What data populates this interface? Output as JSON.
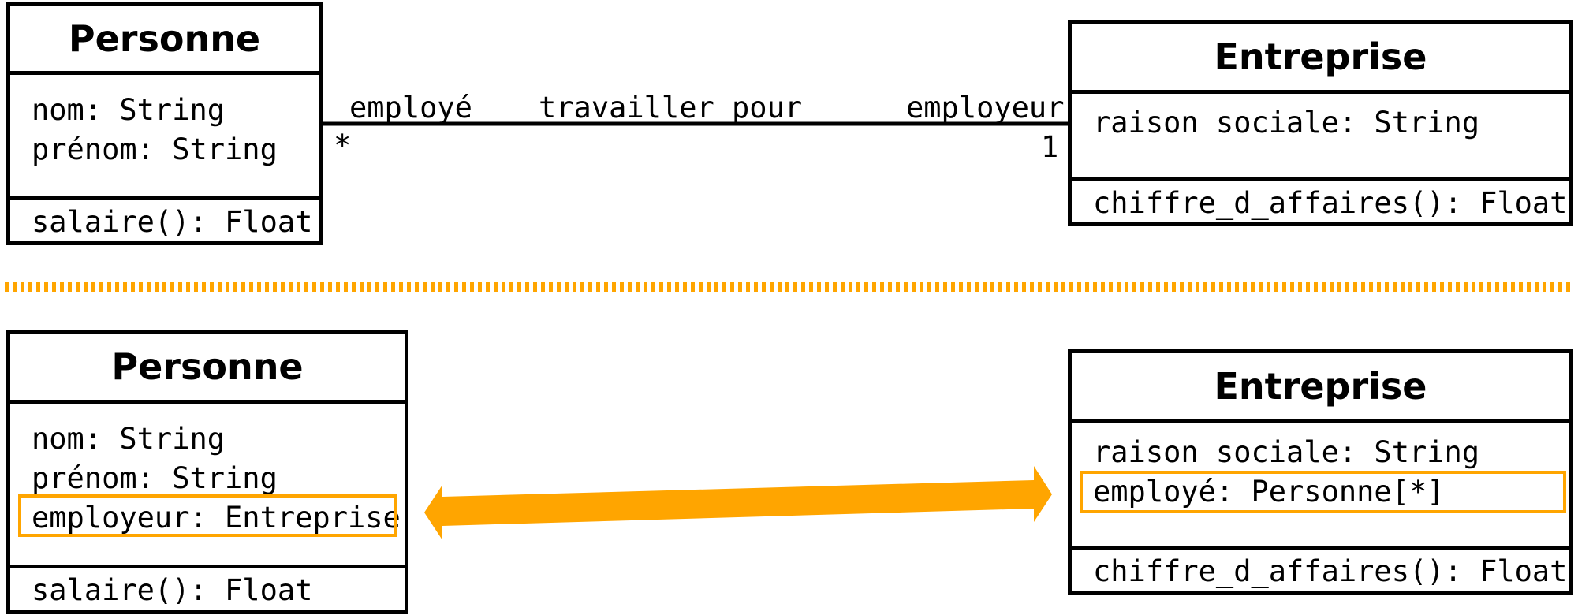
{
  "top": {
    "personne": {
      "title": "Personne",
      "attributes": [
        "nom: String",
        "prénom: String"
      ],
      "operations": [
        "salaire(): Float"
      ]
    },
    "entreprise": {
      "title": "Entreprise",
      "attributes": [
        "raison sociale: String"
      ],
      "operations": [
        "chiffre_d_affaires(): Float"
      ]
    },
    "association": {
      "role_left": "employé",
      "name": "travailler pour",
      "role_right": "employeur",
      "mult_left": "*",
      "mult_right": "1"
    }
  },
  "bottom": {
    "personne": {
      "title": "Personne",
      "attributes": [
        "nom: String",
        "prénom: String",
        "employeur: Entreprise"
      ],
      "operations": [
        "salaire(): Float"
      ]
    },
    "entreprise": {
      "title": "Entreprise",
      "attributes": [
        "raison sociale: String",
        "employé: Personne[*]"
      ],
      "operations": [
        "chiffre_d_affaires(): Float"
      ]
    }
  },
  "colors": {
    "highlight": "#FFA500",
    "stroke": "#000000"
  }
}
